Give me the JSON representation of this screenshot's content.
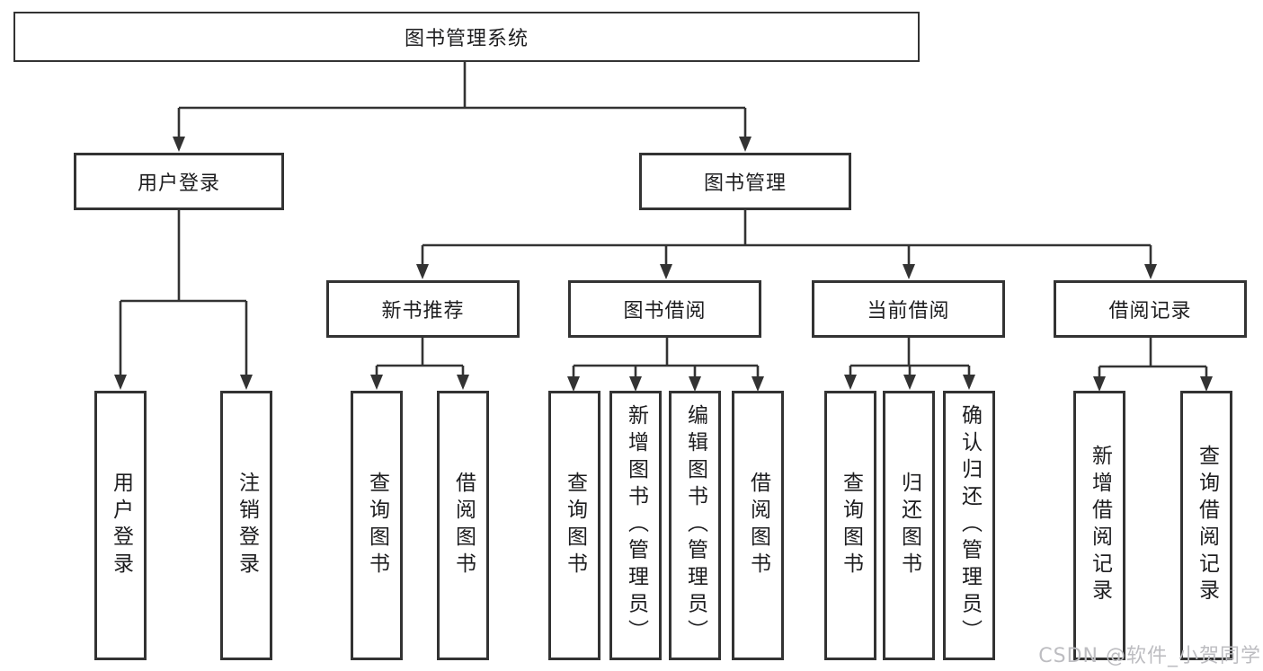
{
  "diagram": {
    "title": "图书管理系统",
    "tree": {
      "root": {
        "label": "图书管理系统"
      },
      "branches": [
        {
          "label": "用户登录",
          "children": [
            {
              "label": "用户登录"
            },
            {
              "label": "注销登录"
            }
          ]
        },
        {
          "label": "图书管理",
          "children": [
            {
              "label": "新书推荐",
              "children": [
                {
                  "label": "查询图书"
                },
                {
                  "label": "借阅图书"
                }
              ]
            },
            {
              "label": "图书借阅",
              "children": [
                {
                  "label": "查询图书"
                },
                {
                  "label": "新增图书（管理员）"
                },
                {
                  "label": "编辑图书（管理员）"
                },
                {
                  "label": "借阅图书"
                }
              ]
            },
            {
              "label": "当前借阅",
              "children": [
                {
                  "label": "查询图书"
                },
                {
                  "label": "归还图书"
                },
                {
                  "label": "确认归还（管理员）"
                }
              ]
            },
            {
              "label": "借阅记录",
              "children": [
                {
                  "label": "新增借阅记录"
                },
                {
                  "label": "查询借阅记录"
                }
              ]
            }
          ]
        }
      ]
    },
    "colors": {
      "line": "#333333",
      "box_border": "#333333",
      "text": "#1d1d1f",
      "watermark": "#bdbdc1",
      "background": "#ffffff"
    }
  },
  "watermark": {
    "text": "CSDN @软件_小贺同学"
  }
}
